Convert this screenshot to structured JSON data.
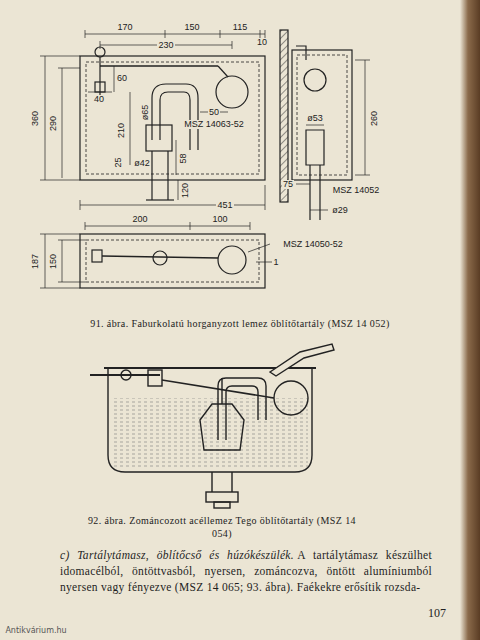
{
  "diagram": {
    "labels": [
      "170",
      "150",
      "115",
      "10",
      "230",
      "40",
      "60",
      "ø65",
      "50",
      "MSZ 14063-52",
      "210",
      "25",
      "ø42",
      "58",
      "120",
      "360",
      "290",
      "451",
      "ø53",
      "260",
      "75",
      "MSZ 14052",
      "ø29",
      "200",
      "100",
      "187",
      "150",
      "MSZ 14050-52",
      "1",
      "91. ábra. Faburkolatú horganyzott lemez öblítőtartály (MSZ 14 052)",
      "92. ábra. Zománcozott acéllemez Tego öblítőtartály (MSZ 14 054)",
      "c) Tartálytámasz, öblítőcső és húzókészülék.",
      "A tartálytámasz készülhet idomacélból, öntöttvasból, nyersen, zománcozva, öntött alumíniumból nyersen vagy fényezve (MSZ 14 065; 93. ábra). Faékekre erősítik rozsda-",
      "107",
      "Antikvárium.hu"
    ]
  }
}
